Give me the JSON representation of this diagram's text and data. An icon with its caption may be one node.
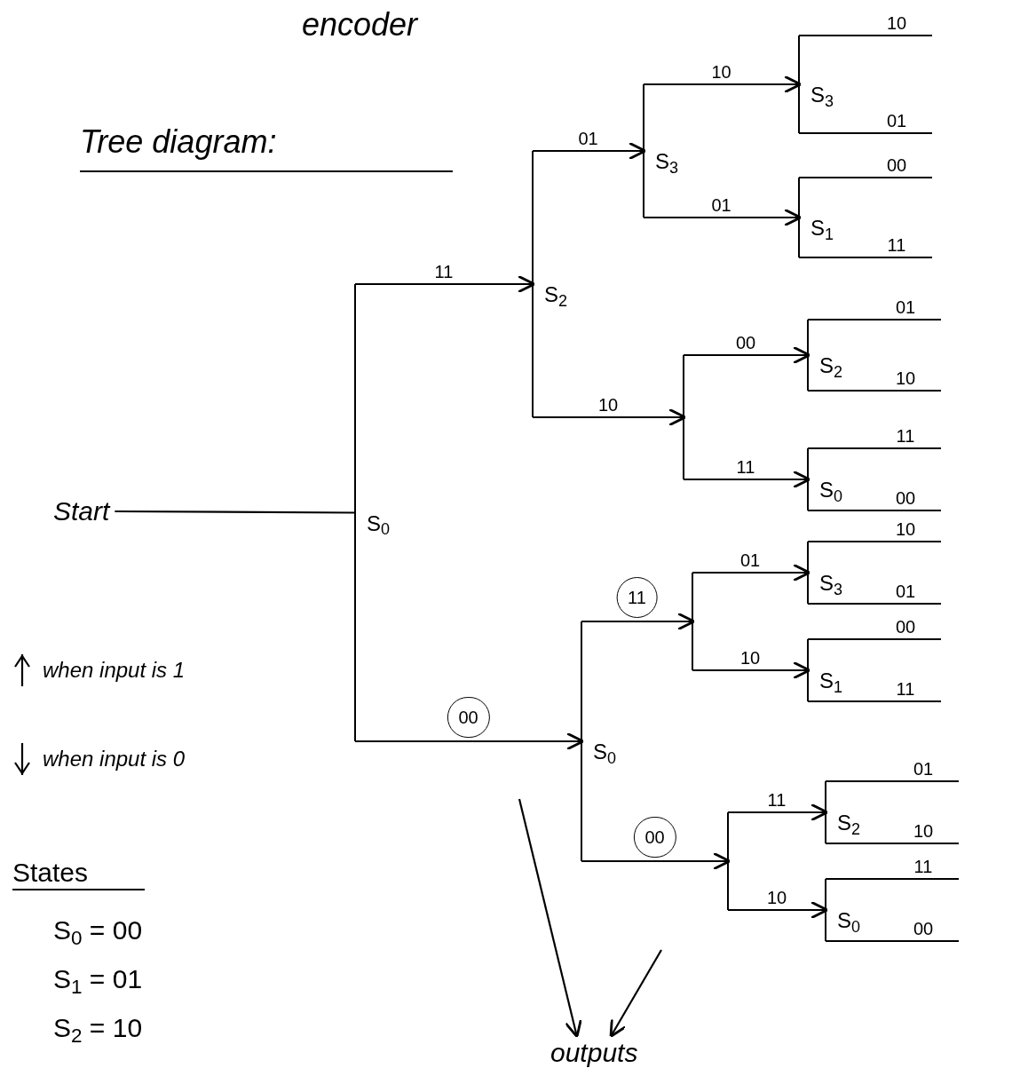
{
  "diagram": {
    "title": "Tree diagram:",
    "nodes": [
      {
        "text": [
          "Start"
        ]
      },
      {
        "text": [
          "S$_{0}$"
        ]
      },
      {
        "text": [
          "S$_{2}$"
        ]
      },
      {
        "text": [
          "S$_{0}$"
        ]
      },
      {
        "text": [
          "S$_{3}$"
        ]
      },
      {
        "text": [],
        "shape": "bar"
      },
      {
        "text": [],
        "shape": "bar"
      },
      {
        "text": [],
        "shape": "bar"
      },
      {
        "text": [
          "S$_{3}$"
        ]
      },
      {
        "text": [
          "S$_{1}$"
        ]
      },
      {
        "text": [
          "S$_{2}$"
        ]
      },
      {
        "text": [
          "S$_{0}$"
        ]
      },
      {
        "text": [
          "S$_{3}$"
        ]
      },
      {
        "text": [
          "S$_{1}$"
        ]
      },
      {
        "text": [
          "S$_{2}$"
        ]
      },
      {
        "text": [
          "S$_{0}$"
        ]
      },
      {
        "text": [
          "outputs"
        ]
      }
    ],
    "edges": [
      {
        "from": 0,
        "to": 1,
        "arrow": "none"
      },
      {
        "from": 1,
        "to": 2,
        "arrow": "to",
        "label": "11"
      },
      {
        "from": 1,
        "to": 3,
        "arrow": "to",
        "label": "00"
      },
      {
        "from": 2,
        "to": 4,
        "arrow": "to",
        "label": "01"
      },
      {
        "from": 2,
        "to": 5,
        "arrow": "to",
        "label": "10"
      },
      {
        "from": 3,
        "to": 6,
        "arrow": "to",
        "label": "11"
      },
      {
        "from": 3,
        "to": 7,
        "arrow": "to",
        "label": "00"
      },
      {
        "from": 4,
        "to": 8,
        "arrow": "to",
        "label": "10"
      },
      {
        "from": 4,
        "to": 9,
        "arrow": "to",
        "label": "01"
      },
      {
        "from": 5,
        "to": 10,
        "arrow": "to",
        "label": "00"
      },
      {
        "from": 5,
        "to": 11,
        "arrow": "to",
        "label": "11"
      },
      {
        "from": 6,
        "to": 12,
        "arrow": "to",
        "label": "01"
      },
      {
        "from": 6,
        "to": 13,
        "arrow": "to",
        "label": "10"
      },
      {
        "from": 7,
        "to": 14,
        "arrow": "to",
        "label": "11"
      },
      {
        "from": 7,
        "to": 15,
        "arrow": "to",
        "label": "10"
      },
      {
        "from": 8,
        "to": null,
        "arrow": "none",
        "label": "10"
      },
      {
        "from": 8,
        "to": null,
        "arrow": "none",
        "label": "01"
      },
      {
        "from": 9,
        "to": null,
        "arrow": "none",
        "label": "00"
      },
      {
        "from": 9,
        "to": null,
        "arrow": "none",
        "label": "11"
      },
      {
        "from": 10,
        "to": null,
        "arrow": "none",
        "label": "01"
      },
      {
        "from": 10,
        "to": null,
        "arrow": "none",
        "label": "10"
      },
      {
        "from": 11,
        "to": null,
        "arrow": "none",
        "label": "11"
      },
      {
        "from": 11,
        "to": null,
        "arrow": "none",
        "label": "00"
      },
      {
        "from": 12,
        "to": null,
        "arrow": "none",
        "label": "10"
      },
      {
        "from": 12,
        "to": null,
        "arrow": "none",
        "label": "01"
      },
      {
        "from": 13,
        "to": null,
        "arrow": "none",
        "label": "00"
      },
      {
        "from": 13,
        "to": null,
        "arrow": "none",
        "label": "11"
      },
      {
        "from": 14,
        "to": null,
        "arrow": "none",
        "label": "01"
      },
      {
        "from": 14,
        "to": null,
        "arrow": "none",
        "label": "10"
      },
      {
        "from": 15,
        "to": null,
        "arrow": "none",
        "label": "11"
      },
      {
        "from": 15,
        "to": null,
        "arrow": "none",
        "label": "00"
      },
      {
        "from": null,
        "to": 16,
        "arrow": "to"
      },
      {
        "from": null,
        "to": 16,
        "arrow": "to"
      }
    ],
    "labels": [
      "encoder",
      "States",
      "S$_{0}$ = 00",
      "S$_{1}$ = 01",
      "S$_{2}$ = 10"
    ],
    "legend": [
      {
        "text": "when input is 1"
      },
      {
        "text": "when input is 0"
      }
    ]
  }
}
